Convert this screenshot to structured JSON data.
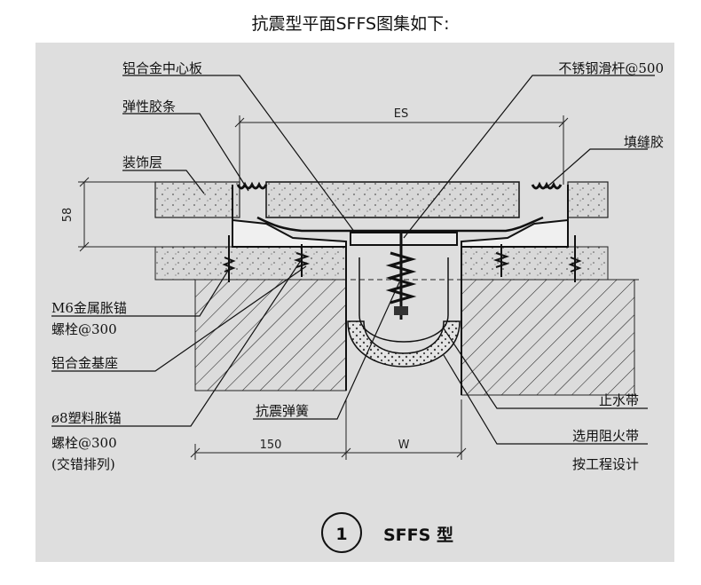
{
  "page_title": "抗震型平面SFFS图集如下:",
  "labels": {
    "alu_cover_plate": "铝合金中心板",
    "elastic_strip": "弹性胶条",
    "finish_layer": "装饰层",
    "anchor_bolt_1": "M6金属胀锚",
    "anchor_bolt_2": "螺栓@300",
    "alu_base": "铝合金基座",
    "plastic_anchor_1": "ø8塑料胀锚",
    "plastic_anchor_2": "螺栓@300",
    "plastic_anchor_3": "(交错排列)",
    "seismic_spring": "抗震弹簧",
    "stainless_rod": "不锈钢滑杆@500",
    "sealant": "填缝胶",
    "waterstop": "止水带",
    "fire_barrier": "选用阻火带",
    "per_design": "按工程设计"
  },
  "dimensions": {
    "es": "ES",
    "height_58": "58",
    "width_150": "150",
    "width_w": "W"
  },
  "figure": {
    "number": "1",
    "caption": "SFFS 型"
  }
}
